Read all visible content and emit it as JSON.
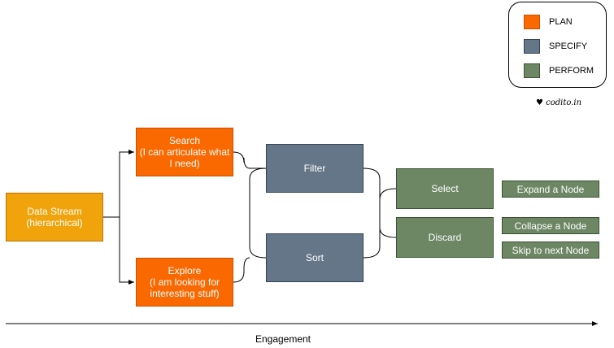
{
  "legend": {
    "items": [
      {
        "label": "PLAN",
        "color": "#fa6800"
      },
      {
        "label": "SPECIFY",
        "color": "#647687"
      },
      {
        "label": "PERFORM",
        "color": "#6d8764"
      }
    ]
  },
  "credit": {
    "heart": "♥",
    "text": "codito.in"
  },
  "nodes": {
    "data_stream": "Data Stream\n(hierarchical)",
    "search": "Search\n(I can articulate what\nI need)",
    "explore": "Explore\n(I am looking for\ninteresting stuff)",
    "filter": "Filter",
    "sort": "Sort",
    "select": "Select",
    "discard": "Discard"
  },
  "actions": {
    "expand": "Expand a Node",
    "collapse": "Collapse a Node",
    "skip": "Skip to next Node"
  },
  "axis": {
    "label": "Engagement"
  },
  "colors": {
    "plan": "#fa6800",
    "specify": "#647687",
    "perform": "#6d8764",
    "data_stream": "#f0a30a"
  }
}
